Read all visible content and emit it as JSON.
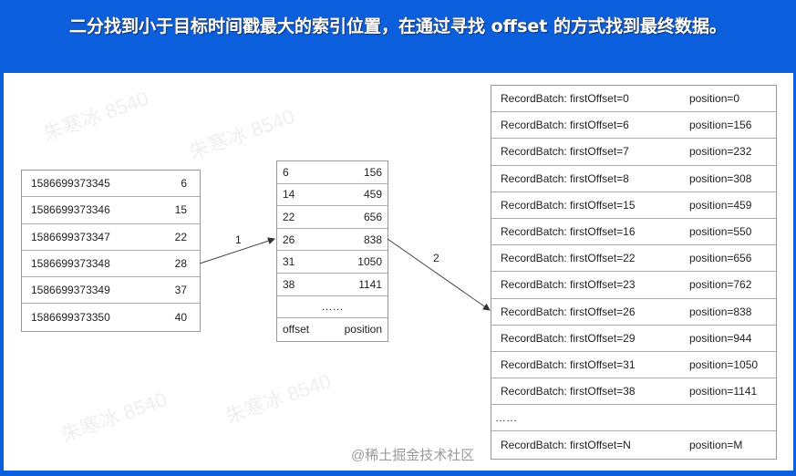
{
  "title": "二分找到小于目标时间戳最大的索引位置，在通过寻找 offset 的方式找到最终数据。",
  "watermark": "朱寒冰 8540",
  "credit": "@稀土掘金技术社区",
  "timeindex": [
    [
      "1586699373345",
      "6"
    ],
    [
      "1586699373346",
      "15"
    ],
    [
      "1586699373347",
      "22"
    ],
    [
      "1586699373348",
      "28"
    ],
    [
      "1586699373349",
      "37"
    ],
    [
      "1586699373350",
      "40"
    ]
  ],
  "offsetindex": {
    "rows": [
      [
        "6",
        "156"
      ],
      [
        "14",
        "459"
      ],
      [
        "22",
        "656"
      ],
      [
        "26",
        "838"
      ],
      [
        "31",
        "1050"
      ],
      [
        "38",
        "1141"
      ]
    ],
    "ellipsis": "……",
    "header": [
      "offset",
      "position"
    ]
  },
  "log": {
    "rows": [
      [
        "RecordBatch: firstOffset=0",
        "position=0"
      ],
      [
        "RecordBatch: firstOffset=6",
        "position=156"
      ],
      [
        "RecordBatch: firstOffset=7",
        "position=232"
      ],
      [
        "RecordBatch: firstOffset=8",
        "position=308"
      ],
      [
        "RecordBatch: firstOffset=15",
        "position=459"
      ],
      [
        "RecordBatch: firstOffset=16",
        "position=550"
      ],
      [
        "RecordBatch: firstOffset=22",
        "position=656"
      ],
      [
        "RecordBatch: firstOffset=23",
        "position=762"
      ],
      [
        "RecordBatch: firstOffset=26",
        "position=838"
      ],
      [
        "RecordBatch: firstOffset=29",
        "position=944"
      ],
      [
        "RecordBatch: firstOffset=31",
        "position=1050"
      ],
      [
        "RecordBatch: firstOffset=38",
        "position=1141"
      ]
    ],
    "ellipsis": "……",
    "last": [
      "RecordBatch: firstOffset=N",
      "position=M"
    ]
  },
  "arrows": {
    "a1": "1",
    "a2": "2"
  }
}
